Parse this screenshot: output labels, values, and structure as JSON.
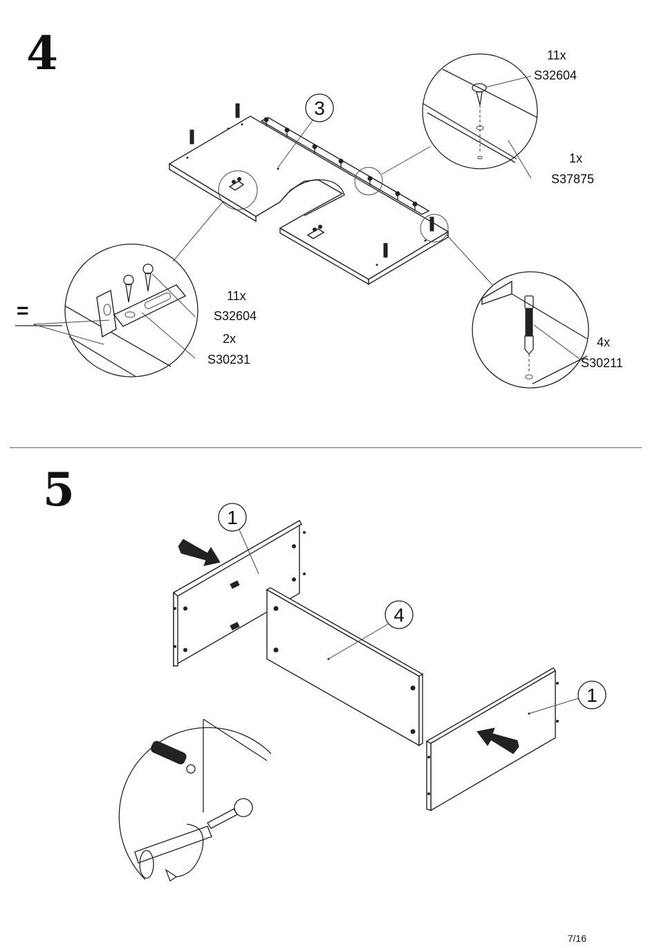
{
  "page": {
    "number": "7/16"
  },
  "step4": {
    "number": "4",
    "part_callout": "3",
    "hardware": [
      {
        "qty": "11x",
        "code": "S32604"
      },
      {
        "qty": "1x",
        "code": "S37875"
      },
      {
        "qty": "11x",
        "code": "S32604"
      },
      {
        "qty": "2x",
        "code": "S30231"
      },
      {
        "qty": "4x",
        "code": "S30211"
      }
    ],
    "equals_sign": "="
  },
  "step5": {
    "number": "5",
    "part_callouts": [
      "1",
      "4",
      "1"
    ]
  }
}
